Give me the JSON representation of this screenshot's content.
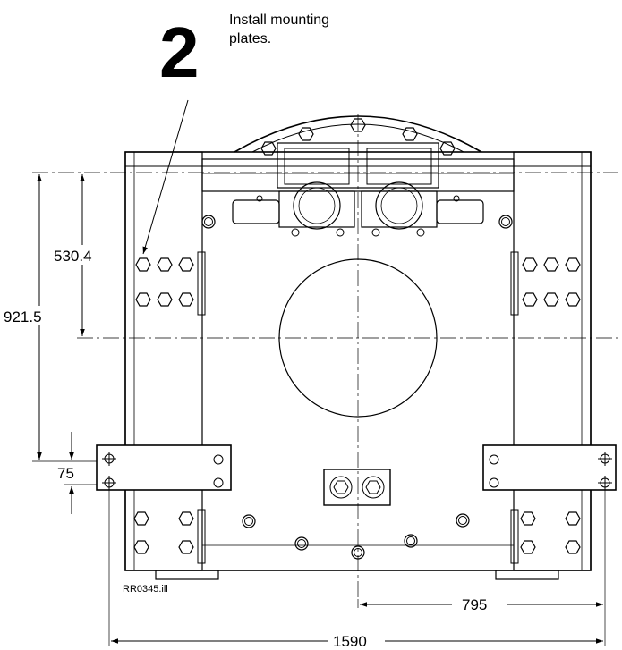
{
  "step": {
    "number": "2",
    "instruction_line1": "Install mounting",
    "instruction_line2": "plates."
  },
  "dimensions": {
    "height_upper": "530.4",
    "height_total": "921.5",
    "plate_spacing": "75",
    "half_width": "795",
    "total_width": "1590"
  },
  "reference": "RR0345.ill",
  "colors": {
    "line": "#000000",
    "background": "#ffffff"
  }
}
